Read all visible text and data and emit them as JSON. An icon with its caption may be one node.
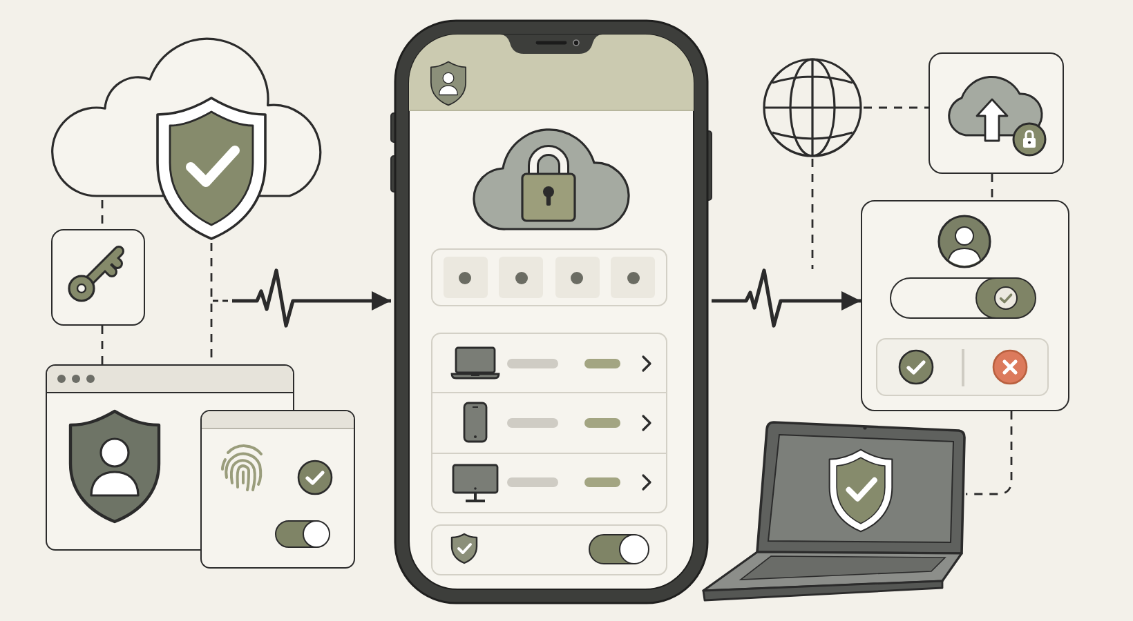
{
  "diagram": {
    "nodes": [
      {
        "text": [],
        "shape": "cloud"
      },
      {
        "text": [],
        "shape": "shield"
      },
      {
        "text": [],
        "shape": "box"
      },
      {
        "text": [],
        "shape": "box"
      },
      {
        "text": [],
        "shape": "box"
      },
      {
        "text": [],
        "shape": "phone"
      },
      {
        "text": [],
        "shape": "globe"
      },
      {
        "text": [],
        "shape": "box"
      },
      {
        "text": [],
        "shape": "box"
      },
      {
        "text": [],
        "shape": "laptop"
      }
    ],
    "edges": [
      {
        "from": 0,
        "to": 2,
        "arrow": "none",
        "style": "dashed"
      },
      {
        "from": 2,
        "to": 3,
        "arrow": "none",
        "style": "dashed"
      },
      {
        "from": 1,
        "to": 3,
        "arrow": "none",
        "style": "dashed"
      },
      {
        "from": null,
        "to": 5,
        "arrow": "to"
      },
      {
        "from": 5,
        "to": 8,
        "arrow": "to"
      },
      {
        "from": 6,
        "to": 7,
        "arrow": "none",
        "style": "dashed"
      },
      {
        "from": 6,
        "to": null,
        "arrow": "none",
        "style": "dashed"
      },
      {
        "from": 7,
        "to": 8,
        "arrow": "none",
        "style": "dashed"
      },
      {
        "from": 8,
        "to": 9,
        "arrow": "none",
        "style": "dashed"
      }
    ]
  }
}
